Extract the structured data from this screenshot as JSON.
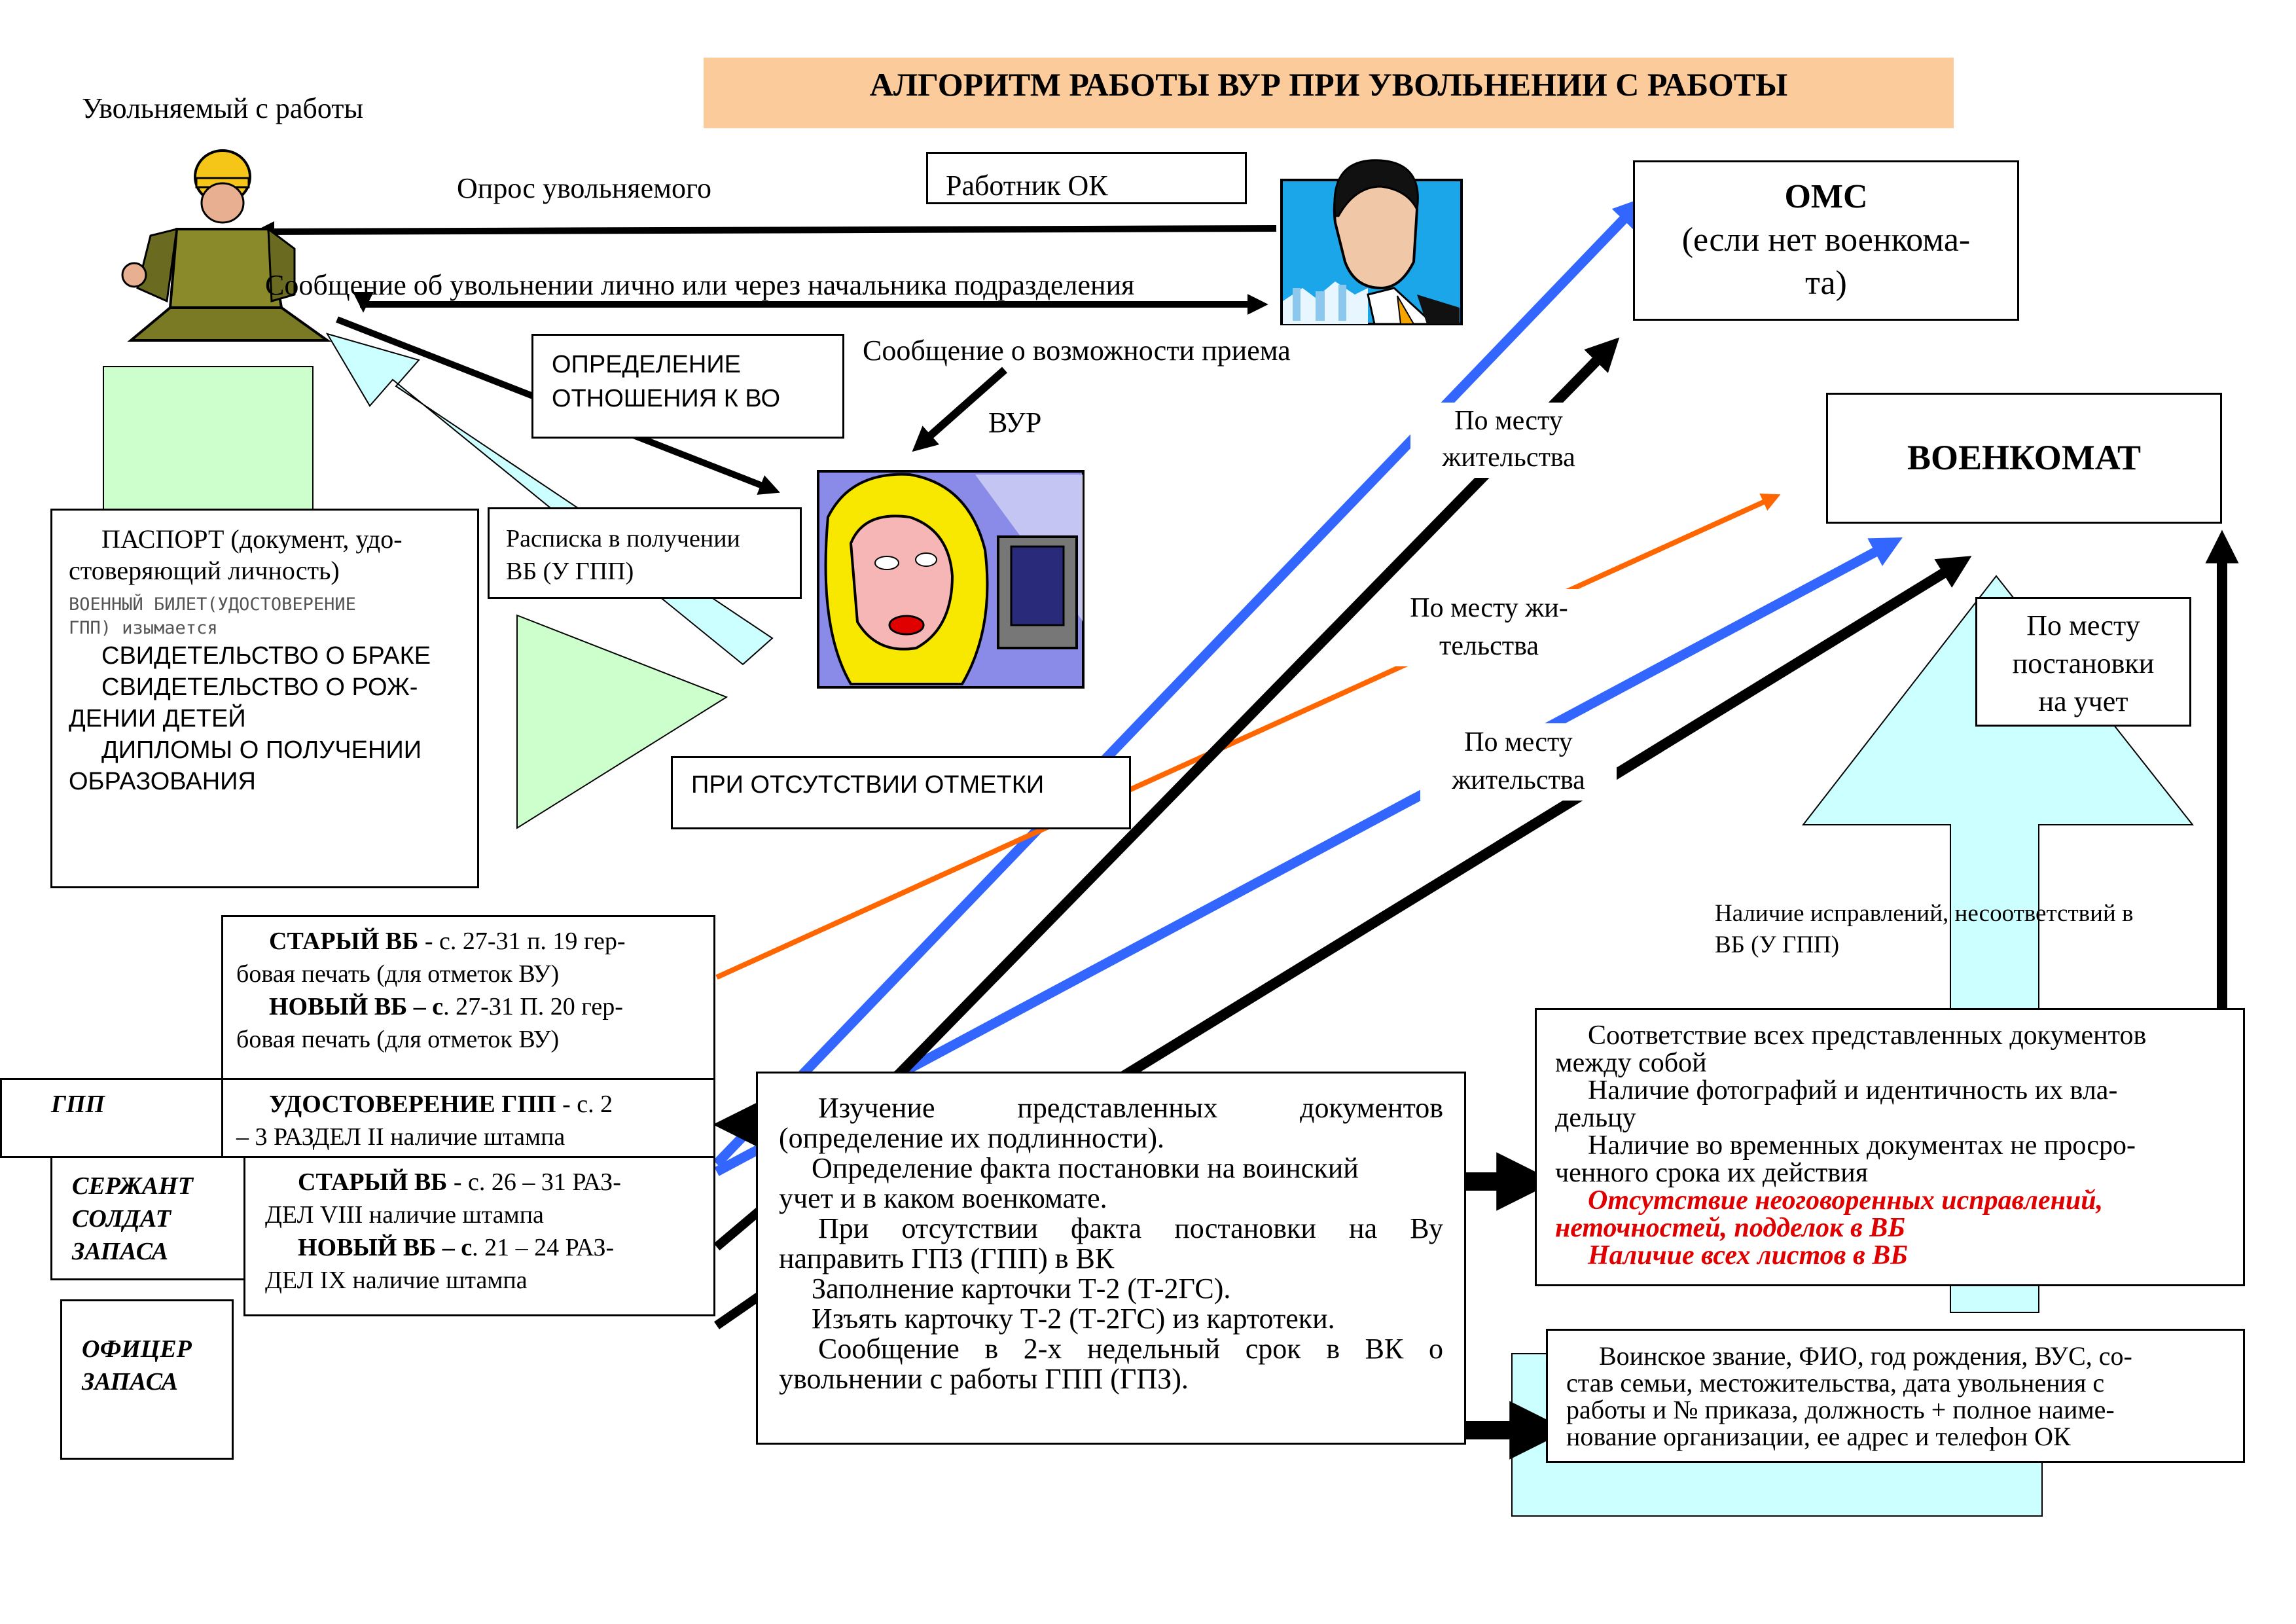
{
  "title": "АЛГОРИТМ РАБОТЫ  ВУР ПРИ УВОЛЬНЕНИИ С РАБОТЫ",
  "actors": {
    "dismissed": "Увольняемый с работы",
    "hr_worker": "Работник ОК",
    "vur": "ВУР"
  },
  "flows": {
    "survey": "Опрос увольняемого",
    "message_dismissal": "Сообщение об увольнении лично или через начальника подразделения",
    "message_possibility": "Сообщение о  возможности приема",
    "residence_1a": "По месту",
    "residence_1b": "жительства",
    "residence_2a": "По месту жи-",
    "residence_2b": "тельства",
    "residence_3a": "По месту",
    "residence_3b": "жительства",
    "no_mark": "ПРИ ОТСУТСТВИИ ОТМЕТКИ",
    "corrections_1": "Наличие исправлений, несоответствий в",
    "corrections_2": "ВБ (У ГПП)"
  },
  "attitude_box": {
    "line1": "ОПРЕДЕЛЕНИЕ",
    "line2": "ОТНОШЕНИЯ К ВО"
  },
  "receipt_box": {
    "line1": "Расписка в получении",
    "line2": "ВБ (У ГПП)"
  },
  "oms_box": {
    "line1": "ОМС",
    "line2": "(если нет военкома-",
    "line3": "та)"
  },
  "voenkomat_box": "ВОЕНКОМАТ",
  "registration_box": {
    "line1": "По месту",
    "line2": "постановки",
    "line3": "на учет"
  },
  "documents_box": {
    "passport_1": "ПАСПОРТ (документ, удо-",
    "passport_2": "стоверяющий личность)",
    "military_id_1": "ВОЕННЫЙ БИЛЕТ(УДОСТОВЕРЕНИЕ",
    "military_id_2": "ГПП)    изымается",
    "marriage": "СВИДЕТЕЛЬСТВО О БРАКЕ",
    "birth_1": "СВИДЕТЕЛЬСТВО О РОЖ-",
    "birth_2": "ДЕНИИ ДЕТЕЙ",
    "diplomas_1": "ДИПЛОМЫ О ПОЛУЧЕНИИ",
    "diplomas_2": "ОБРАЗОВАНИЯ"
  },
  "stamp_boxes": {
    "top_l1a": "СТАРЫЙ ВБ",
    "top_l1b": " - с. 27-31 п. 19 гер-",
    "top_l2": "бовая печать (для отметок ВУ)",
    "top_l3a": "НОВЫЙ ВБ – с",
    "top_l3b": ". 27-31 П. 20 гер-",
    "top_l4": "бовая печать (для отметок ВУ)",
    "gpp_label": "ГПП",
    "gpp_l1a": "УДОСТОВЕРЕНИЕ ГПП",
    "gpp_l1b": "  - с. 2",
    "gpp_l2": "– 3 РАЗДЕЛ II наличие штампа",
    "sergeant_1": "СЕРЖАНТ",
    "sergeant_2": "СОЛДАТ",
    "sergeant_3": "ЗАПАСА",
    "serg_l1a": "СТАРЫЙ ВБ",
    "serg_l1b": "  - с. 26 – 31 РАЗ-",
    "serg_l2": "ДЕЛ VIII наличие штампа",
    "serg_l3a": "НОВЫЙ ВБ – с",
    "serg_l3b": ". 21 – 24 РАЗ-",
    "serg_l4": "ДЕЛ IX  наличие штампа",
    "officer_1": "ОФИЦЕР",
    "officer_2": "ЗАПАСА"
  },
  "study_box": {
    "l1a": "Изучение",
    "l1b": "представленных",
    "l1c": "документов",
    "l2": "(определение их подлинности).",
    "l3": "Определение факта постановки на воинский",
    "l4": "учет и в каком военкомате.",
    "l5a": "При",
    "l5b": "отсутствии",
    "l5c": "факта",
    "l5d": "постановки",
    "l5e": "на",
    "l5f": "Ву",
    "l6": "направить ГПЗ (ГПП) в ВК",
    "l7": "Заполнение карточки Т-2 (Т-2ГС).",
    "l8": "Изъять карточку Т-2 (Т-2ГС) из картотеки.",
    "l9a": "Сообщение",
    "l9b": "в",
    "l9c": "2-х",
    "l9d": "недельный",
    "l9e": "срок",
    "l9f": "в",
    "l9g": "ВК",
    "l9h": "о",
    "l10": "увольнении с работы ГПП (ГПЗ)."
  },
  "check_box": {
    "l1": "Соответствие всех представленных документов",
    "l2": "между собой",
    "l3": "Наличие фотографий и идентичность их вла-",
    "l4": "дельцу",
    "l5": "Наличие во временных документах не просро-",
    "l6": "ченного срока их действия",
    "l7": "Отсутствие неоговоренных исправлений,",
    "l8": "неточностей, подделок в ВБ",
    "l9": "Наличие всех листов в ВБ"
  },
  "notice_box": {
    "l1": "Воинское звание, ФИО, год рождения, ВУС, со-",
    "l2": "став семьи, местожительства, дата увольнения с",
    "l3": "работы и № приказа, должность + полное наиме-",
    "l4": "нование организации, ее адрес и телефон ОК"
  },
  "colors": {
    "title_bg": "#fbcb9c",
    "light_cyan": "#ccffff",
    "light_green": "#ccffcc",
    "blue_arrow": "#3366ff",
    "orange_arrow": "#ff6600",
    "red_text": "#e00000"
  },
  "icons": [
    "worker-illustration",
    "hr-man-illustration",
    "vur-woman-illustration"
  ]
}
